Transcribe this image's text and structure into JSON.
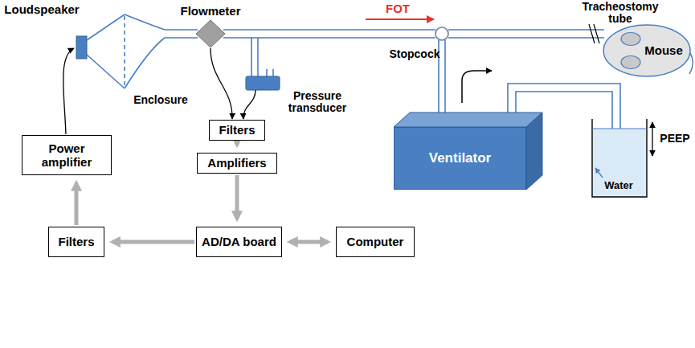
{
  "diagram": {
    "nodes": [
      {
        "text": [
          "Mouse"
        ]
      },
      {
        "text": [
          "Ventilator"
        ]
      },
      {
        "text": [
          "Filters"
        ]
      },
      {
        "text": [
          "Amplifiers"
        ]
      },
      {
        "text": [
          "Power amplifier"
        ]
      },
      {
        "text": [
          "Filters"
        ]
      },
      {
        "text": [
          "AD/DA board"
        ]
      },
      {
        "text": [
          "Computer"
        ]
      }
    ],
    "edges": [
      {
        "from": 2,
        "to": 3,
        "arrow": "to"
      },
      {
        "from": 3,
        "to": 6,
        "arrow": "to"
      },
      {
        "from": 6,
        "to": 7,
        "arrow": "both"
      },
      {
        "from": 6,
        "to": 5,
        "arrow": "to"
      },
      {
        "from": 5,
        "to": 4,
        "arrow": "to"
      }
    ],
    "labels": [
      "Loudspeaker",
      "Flowmeter",
      "FOT",
      "Tracheostomy tube",
      "Enclosure",
      "Stopcock",
      "Pressure transducer",
      "PEEP",
      "Water"
    ]
  }
}
